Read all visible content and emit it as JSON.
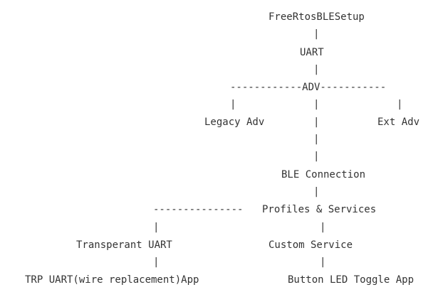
{
  "diagram": {
    "nodes": {
      "root": "FreeRtosBLESetup",
      "uart": "UART",
      "adv": "------------ADV-----------",
      "legacy_adv": "Legacy Adv",
      "ext_adv": "Ext Adv",
      "ble_connection": "BLE Connection",
      "profiles_branch": "---------------",
      "profiles_services": "Profiles & Services",
      "transparent_uart": "Transperant UART",
      "custom_service": "Custom Service",
      "trp_uart_app": "TRP UART(wire replacement)App",
      "button_led_app": "Button LED Toggle App"
    },
    "connector": "|"
  }
}
